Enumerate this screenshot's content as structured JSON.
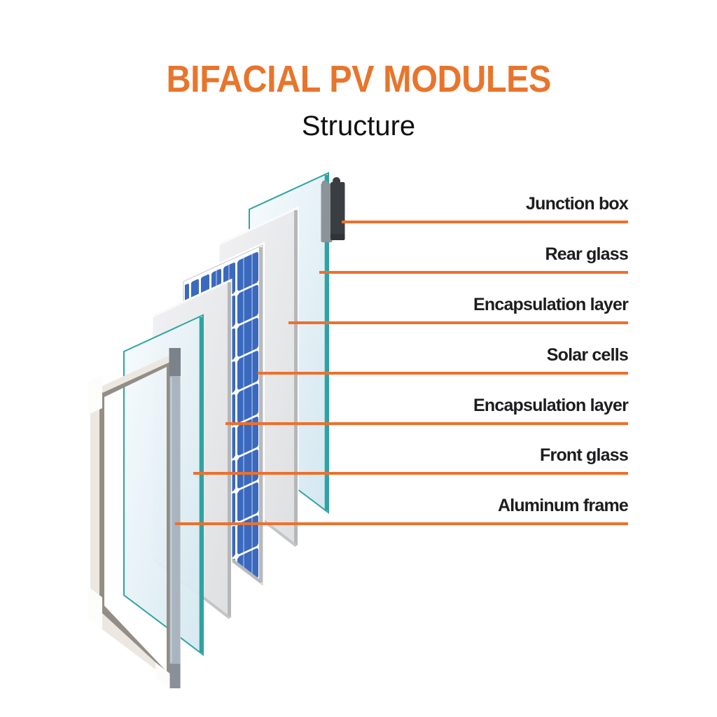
{
  "title": {
    "main": "BIFACIAL PV MODULES",
    "subtitle": "Structure"
  },
  "labels": [
    {
      "text": "Junction box"
    },
    {
      "text": "Rear glass"
    },
    {
      "text": "Encapsulation layer"
    },
    {
      "text": "Solar cells"
    },
    {
      "text": "Encapsulation layer"
    },
    {
      "text": "Front glass"
    },
    {
      "text": "Aluminum frame"
    }
  ],
  "colors": {
    "title_orange": "#E8752C",
    "leader_line_orange": "#ED702C",
    "glass_edge_teal": "#2FA3A3",
    "glass_fill_blue": "#DDEDF4",
    "encapsulation_gray": "#E7E8EA",
    "cell_blue": "#3A69BE",
    "junction_box_dark": "#3A3E43",
    "junction_box_gray": "#8C9399",
    "frame_ivory": "#ECE8E1",
    "frame_lining_gray": "#938D85",
    "frame_rail_bluegray": "#A8B5C1",
    "label_text": "#1D1D20"
  }
}
